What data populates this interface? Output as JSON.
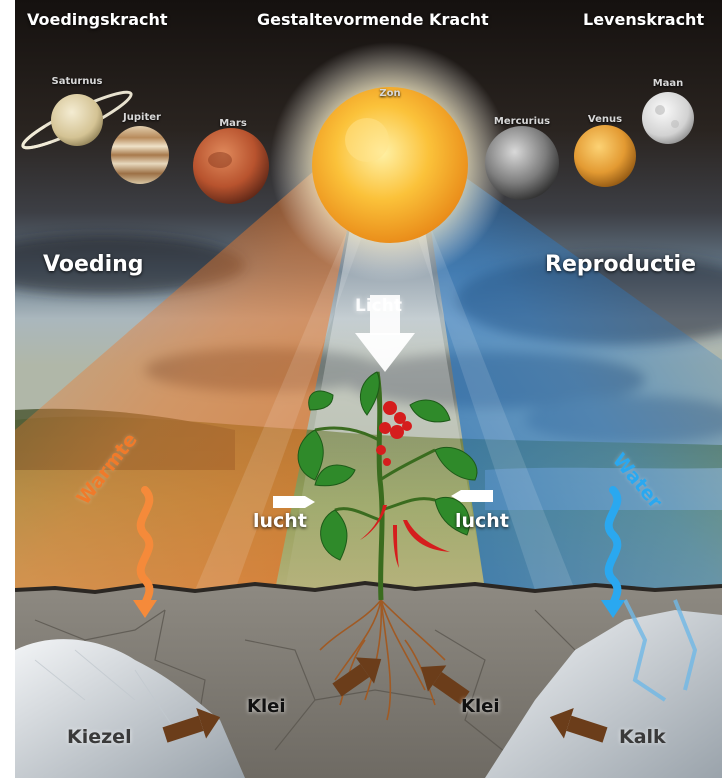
{
  "labels": {
    "voedingskracht": "Voedingskracht",
    "gestaltevormende": "Gestaltevormende Kracht",
    "levenskracht": "Levenskracht",
    "voeding": "Voeding",
    "reproductie": "Reproductie",
    "licht": "Licht",
    "warmte": "Warmte",
    "water": "Water",
    "lucht_left": "lucht",
    "lucht_right": "lucht",
    "klei_left": "Klei",
    "klei_right": "Klei",
    "kiezel": "Kiezel",
    "kalk": "Kalk"
  },
  "planets": {
    "saturnus": "Saturnus",
    "jupiter": "Jupiter",
    "mars": "Mars",
    "zon": "Zon",
    "mercurius": "Mercurius",
    "venus": "Venus",
    "maan": "Maan"
  },
  "colors": {
    "warmte": "#f07a2a",
    "water": "#2aa8f0",
    "sun": "#f9c33a",
    "mars": "#c45a30",
    "venus": "#e8a23a",
    "arrow_brown": "#6b3d1a"
  }
}
